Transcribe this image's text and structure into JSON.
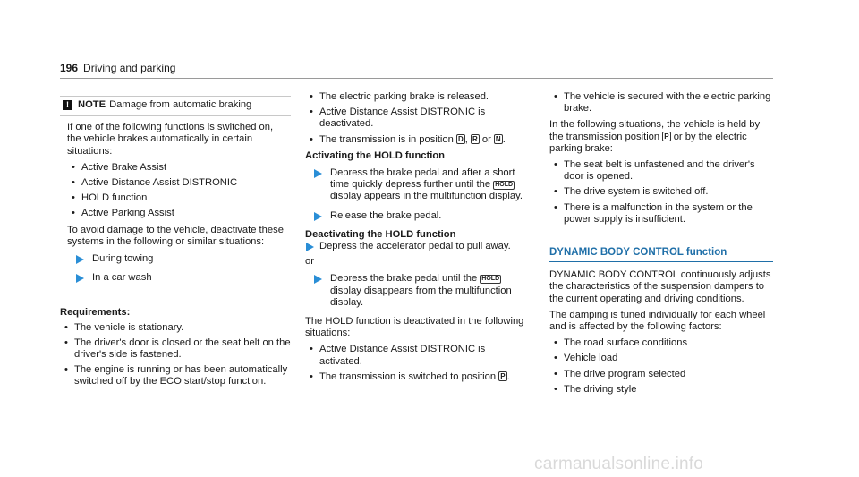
{
  "header": {
    "page_number": "196",
    "section": "Driving and parking"
  },
  "note": {
    "icon_glyph": "!",
    "label": "NOTE",
    "title": "Damage from automatic braking",
    "intro": "If one of the following functions is switched on, the vehicle brakes automatically in certain situations:",
    "functions": [
      "Active Brake Assist",
      "Active Distance Assist DISTRONIC",
      "HOLD function",
      "Active Parking Assist"
    ],
    "advice": "To avoid damage to the vehicle, deactivate these systems in the following or similar situations:",
    "situations": [
      "During towing",
      "In a car wash"
    ]
  },
  "requirements": {
    "heading": "Requirements:",
    "items": [
      "The vehicle is stationary.",
      "The driver's door is closed or the seat belt on the driver's side is fastened.",
      "The engine is running or has been automatically switched off by the ECO start/stop function.",
      "The electric parking brake is released.",
      "Active Distance Assist DISTRONIC is deactivated."
    ],
    "transmission": {
      "prefix": "The transmission is in position",
      "gear_d": "D",
      "sep1": ",",
      "gear_r": "R",
      "or": "or",
      "gear_n": "N",
      "end": "."
    }
  },
  "activating": {
    "heading": "Activating the HOLD function",
    "step1_a": "Depress the brake pedal and after a short time quickly depress further until the",
    "hold_indicator": "HOLD",
    "step1_b": "display appears in the multifunction display.",
    "step2": "Release the brake pedal."
  },
  "deactivating": {
    "heading": "Deactivating the HOLD function",
    "step1": "Depress the accelerator pedal to pull away.",
    "or": "or",
    "step2_a": "Depress the brake pedal until the",
    "step2_b": "display disappears from the multifunction display.",
    "auto_intro": "The HOLD function is deactivated in the following situations:",
    "auto_items": [
      "Active Distance Assist DISTRONIC is activated."
    ],
    "trans_p_prefix": "The transmission is switched to position",
    "gear_p": "P",
    "trans_p_end": ".",
    "secured": "The vehicle is secured with the electric parking brake."
  },
  "held": {
    "intro_a": "In the following situations, the vehicle is held by the transmission position",
    "gear_p": "P",
    "intro_b": "or by the electric parking brake:",
    "items": [
      "The seat belt is unfastened and the driver's door is opened.",
      "The drive system is switched off.",
      "There is a malfunction in the system or the power supply is insufficient."
    ]
  },
  "dbc": {
    "heading": "DYNAMIC BODY CONTROL function",
    "intro": "DYNAMIC BODY CONTROL continuously adjusts the characteristics of the suspension dampers to the current operating and driving conditions.",
    "tuned": "The damping is tuned individually for each wheel and is affected by the following factors:",
    "factors": [
      "The road surface conditions",
      "Vehicle load",
      "The drive program selected",
      "The driving style"
    ]
  },
  "watermark": "carmanualsonline.info",
  "colors": {
    "accent": "#1f6fa8",
    "arrow": "#2a8ed6",
    "rule": "#9a9a9a",
    "watermark": "#d9d9d9"
  },
  "icons": {
    "note": "warning-icon",
    "step": "action-arrow-icon"
  }
}
